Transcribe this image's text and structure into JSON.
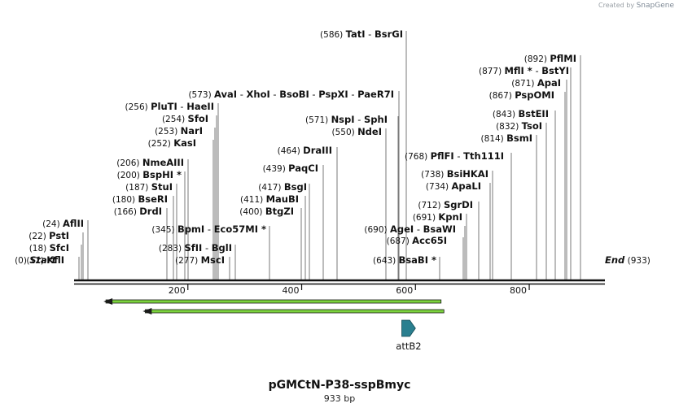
{
  "brand": {
    "prefix": "Created by",
    "name": "SnapGene"
  },
  "map": {
    "name": "pGMCtN-P38-sspBmyc",
    "length_label": "933 bp",
    "total_bp": 933,
    "start_label": "Start",
    "start_pos": "(0)",
    "end_label": "End",
    "end_pos": "(933)",
    "ruler_ticks": [
      {
        "value": 200,
        "label": "200"
      },
      {
        "value": 400,
        "label": "400"
      },
      {
        "value": 600,
        "label": "600"
      },
      {
        "value": 800,
        "label": "800"
      }
    ],
    "sites": [
      {
        "pos": 12,
        "pos_label": "(12)",
        "names": [
          "KflI"
        ]
      },
      {
        "pos": 18,
        "pos_label": "(18)",
        "names": [
          "SfcI"
        ]
      },
      {
        "pos": 22,
        "pos_label": "(22)",
        "names": [
          "PstI"
        ]
      },
      {
        "pos": 24,
        "pos_label": "(24)",
        "names": [
          "AflII"
        ]
      },
      {
        "pos": 166,
        "pos_label": "(166)",
        "names": [
          "DrdI"
        ]
      },
      {
        "pos": 180,
        "pos_label": "(180)",
        "names": [
          "BseRI"
        ]
      },
      {
        "pos": 187,
        "pos_label": "(187)",
        "names": [
          "StuI"
        ]
      },
      {
        "pos": 200,
        "pos_label": "(200)",
        "names": [
          "BspHI *"
        ]
      },
      {
        "pos": 206,
        "pos_label": "(206)",
        "names": [
          "NmeAIII"
        ]
      },
      {
        "pos": 252,
        "pos_label": "(252)",
        "names": [
          "KasI"
        ]
      },
      {
        "pos": 253,
        "pos_label": "(253)",
        "names": [
          "NarI"
        ]
      },
      {
        "pos": 254,
        "pos_label": "(254)",
        "names": [
          "SfoI"
        ]
      },
      {
        "pos": 256,
        "pos_label": "(256)",
        "names": [
          "PluTI",
          "HaeII"
        ]
      },
      {
        "pos": 573,
        "pos_label": "(573)",
        "names": [
          "AvaI",
          "XhoI",
          "BsoBI",
          "PspXI",
          "PaeR7I"
        ]
      },
      {
        "pos": 277,
        "pos_label": "(277)",
        "names": [
          "MscI"
        ]
      },
      {
        "pos": 283,
        "pos_label": "(283)",
        "names": [
          "SfII",
          "BglI"
        ]
      },
      {
        "pos": 345,
        "pos_label": "(345)",
        "names": [
          "BpmI",
          "Eco57MI *"
        ]
      },
      {
        "pos": 400,
        "pos_label": "(400)",
        "names": [
          "BtgZI"
        ]
      },
      {
        "pos": 411,
        "pos_label": "(411)",
        "names": [
          "MauBI"
        ]
      },
      {
        "pos": 417,
        "pos_label": "(417)",
        "names": [
          "BsgI"
        ]
      },
      {
        "pos": 439,
        "pos_label": "(439)",
        "names": [
          "PaqCI"
        ]
      },
      {
        "pos": 464,
        "pos_label": "(464)",
        "names": [
          "DraIII"
        ]
      },
      {
        "pos": 550,
        "pos_label": "(550)",
        "names": [
          "NdeI"
        ]
      },
      {
        "pos": 571,
        "pos_label": "(571)",
        "names": [
          "NspI",
          "SphI"
        ]
      },
      {
        "pos": 586,
        "pos_label": "(586)",
        "names": [
          "TatI",
          "BsrGI"
        ]
      },
      {
        "pos": 643,
        "pos_label": "(643)",
        "names": [
          "BsaBI *"
        ]
      },
      {
        "pos": 687,
        "pos_label": "(687)",
        "names": [
          "Acc65I"
        ]
      },
      {
        "pos": 690,
        "pos_label": "(690)",
        "names": [
          "AgeI",
          "BsaWI"
        ]
      },
      {
        "pos": 691,
        "pos_label": "(691)",
        "names": [
          "KpnI"
        ]
      },
      {
        "pos": 712,
        "pos_label": "(712)",
        "names": [
          "SgrDI"
        ]
      },
      {
        "pos": 734,
        "pos_label": "(734)",
        "names": [
          "ApaLI"
        ]
      },
      {
        "pos": 738,
        "pos_label": "(738)",
        "names": [
          "BsiHKAI"
        ]
      },
      {
        "pos": 768,
        "pos_label": "(768)",
        "names": [
          "PflFI",
          "Tth111I"
        ]
      },
      {
        "pos": 814,
        "pos_label": "(814)",
        "names": [
          "BsmI"
        ]
      },
      {
        "pos": 832,
        "pos_label": "(832)",
        "names": [
          "TsoI"
        ]
      },
      {
        "pos": 843,
        "pos_label": "(843)",
        "names": [
          "BstEII"
        ]
      },
      {
        "pos": 867,
        "pos_label": "(867)",
        "names": [
          "PspOMI"
        ]
      },
      {
        "pos": 871,
        "pos_label": "(871)",
        "names": [
          "ApaI"
        ]
      },
      {
        "pos": 877,
        "pos_label": "(877)",
        "names": [
          "MflI *",
          "BstYI"
        ]
      },
      {
        "pos": 892,
        "pos_label": "(892)",
        "names": [
          "PflMI"
        ]
      }
    ],
    "primers": [
      {
        "start": 56,
        "end": 645,
        "direction": "reverse",
        "color": "#7bd33d"
      },
      {
        "start": 125,
        "end": 650,
        "direction": "reverse",
        "color": "#7bd33d"
      }
    ],
    "features": [
      {
        "name": "attB2",
        "start": 576,
        "end": 600,
        "direction": "forward",
        "color": "#2a7f8f"
      }
    ]
  }
}
